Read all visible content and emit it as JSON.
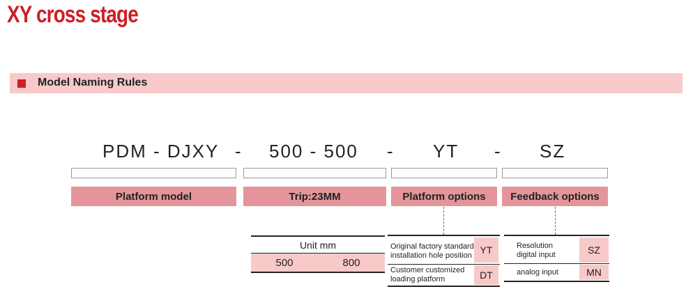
{
  "title": "XY cross stage",
  "section": {
    "label": "Model Naming Rules"
  },
  "model_code": {
    "part1": "PDM - DJXY",
    "sep1": "-",
    "part2": "500 - 500",
    "sep2": "-",
    "part3": "YT",
    "sep3": "-",
    "part4": "SZ"
  },
  "labels": {
    "platform_model": "Platform model",
    "trip": "Trip:23MM",
    "platform_options": "Platform options",
    "feedback_options": "Feedback options"
  },
  "trip_table": {
    "header": "Unit mm",
    "values": [
      "500",
      "800"
    ]
  },
  "platform_options_table": [
    {
      "description_line1": "Original factory standard",
      "description_line2": "installation hole position",
      "code": "YT"
    },
    {
      "description_line1": "Customer customized",
      "description_line2": "loading platform",
      "code": "DT"
    }
  ],
  "feedback_options_table": [
    {
      "description_line1": "Resolution",
      "description_line2": "digital input",
      "code": "SZ"
    },
    {
      "description_line1": "analog input",
      "description_line2": "",
      "code": "MN"
    }
  ],
  "colors": {
    "title_red": "#cc1f26",
    "section_bar": "#f7c9c9",
    "label_fill": "#e3959a",
    "cell_fill": "#f7c9c9"
  }
}
